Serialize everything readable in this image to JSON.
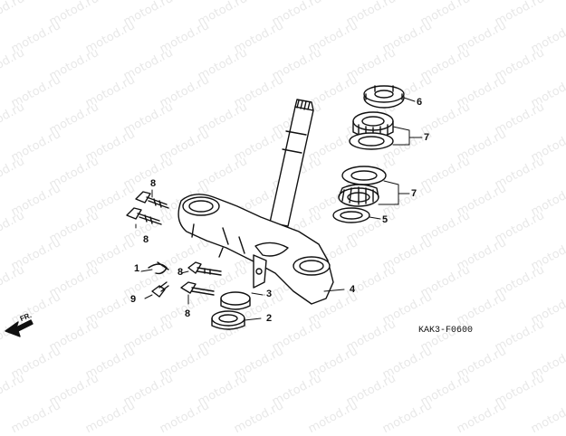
{
  "watermark": "motod.ru",
  "diagram_code": "KAK3-F0600",
  "direction_label": "FR.",
  "callouts": [
    "1",
    "2",
    "3",
    "4",
    "5",
    "6",
    "7",
    "7",
    "8",
    "8",
    "8",
    "8",
    "9"
  ]
}
